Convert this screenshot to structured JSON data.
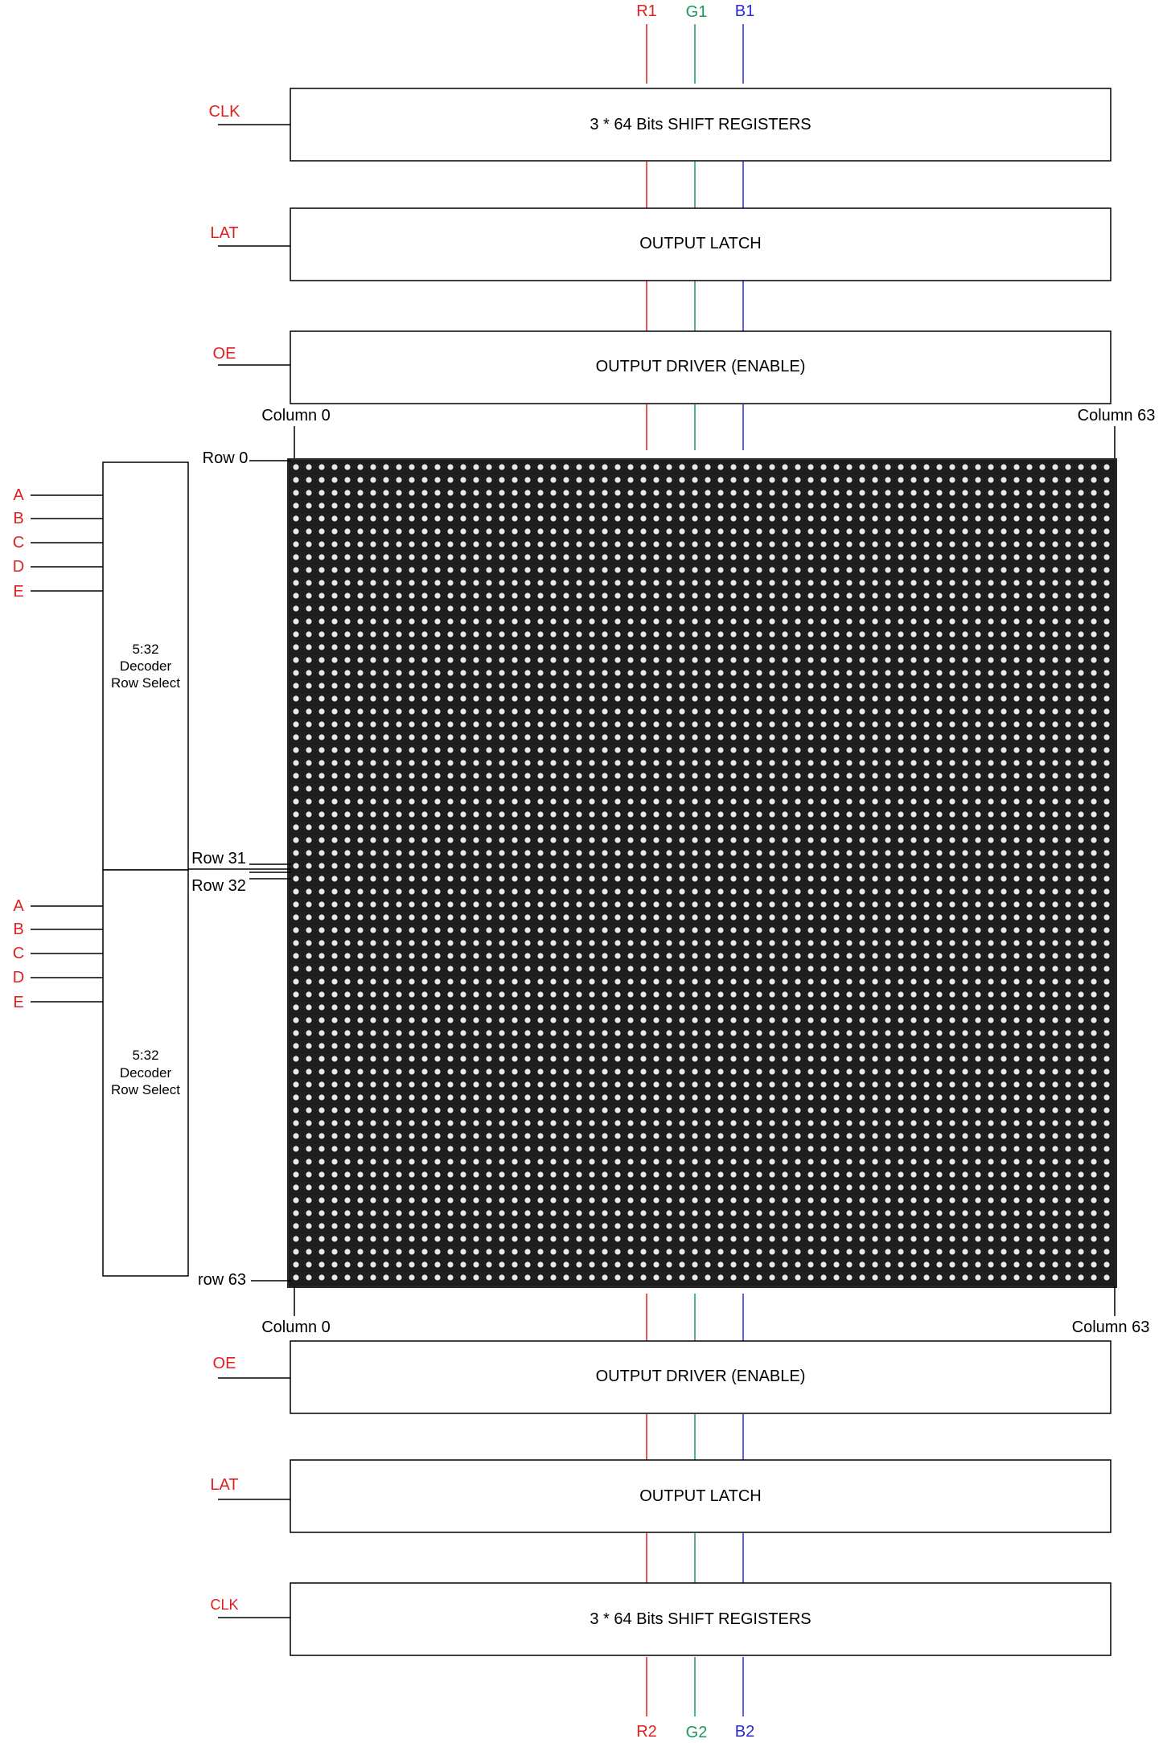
{
  "colors": {
    "red": "#e02020",
    "green": "#1a9a5a",
    "blue": "#2a2ad0",
    "line": "#000000",
    "panel": "#1e1e1e",
    "led": "#e6e6e6"
  },
  "signals": {
    "top_inputs": [
      "R1",
      "G1",
      "B1"
    ],
    "bottom_outputs": [
      "R2",
      "G2",
      "B2"
    ]
  },
  "top_stack": [
    {
      "signal": "CLK",
      "label": "3 * 64 Bits SHIFT REGISTERS"
    },
    {
      "signal": "LAT",
      "label": "OUTPUT LATCH"
    },
    {
      "signal": "OE",
      "label": "OUTPUT DRIVER (ENABLE)"
    }
  ],
  "bottom_stack": [
    {
      "signal": "OE",
      "label": "OUTPUT DRIVER (ENABLE)"
    },
    {
      "signal": "LAT",
      "label": "OUTPUT LATCH"
    },
    {
      "signal": "CLK",
      "label": "3 * 64 Bits SHIFT REGISTERS"
    }
  ],
  "panel": {
    "columns": 64,
    "rows": 64,
    "col_first_top": "Column 0",
    "col_last_top": "Column 63",
    "col_first_bottom": "Column 0",
    "col_last_bottom": "Column 63",
    "row_labels": [
      "Row 0",
      "Row 31",
      "Row 32",
      "row 63"
    ]
  },
  "decoders": [
    {
      "inputs": [
        "A",
        "B",
        "C",
        "D",
        "E"
      ],
      "label_lines": [
        "5:32",
        "Decoder",
        "Row Select"
      ]
    },
    {
      "inputs": [
        "A",
        "B",
        "C",
        "D",
        "E"
      ],
      "label_lines": [
        "5:32",
        "Decoder",
        "Row Select"
      ]
    }
  ]
}
